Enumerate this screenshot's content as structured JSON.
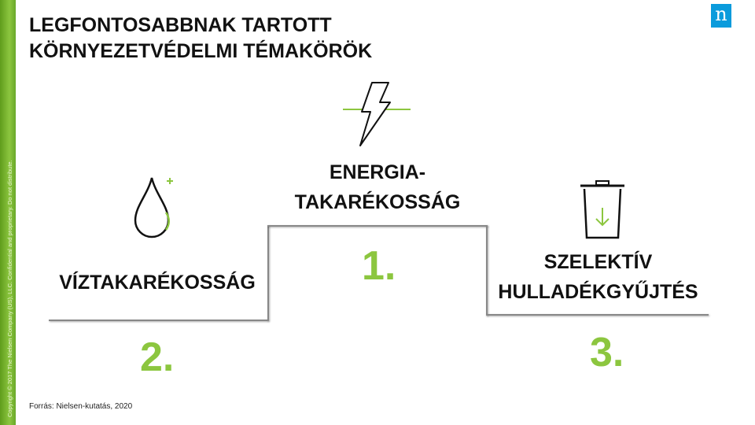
{
  "copyright": "Copyright © 2017 The Nielsen Company (US), LLC. Confidential and proprietary. Do not distribute.",
  "title": [
    "LEGFONTOSABBNAK TARTOTT",
    "KÖRNYEZETVÉDELMI TÉMAKÖRÖK"
  ],
  "logo": "n",
  "podium": [
    {
      "rank": "1.",
      "label": [
        "ENERGIA-",
        "TAKARÉKOSSÁG"
      ],
      "icon": "lightning-icon"
    },
    {
      "rank": "2.",
      "label": [
        "VÍZTAKARÉKOSSÁG"
      ],
      "icon": "water-drop-icon"
    },
    {
      "rank": "3.",
      "label": [
        "SZELEKTÍV",
        "HULLADÉKGYŰJTÉS"
      ],
      "icon": "trash-bin-icon"
    }
  ],
  "source": "Forrás:  Nielsen-kutatás,  2020",
  "colors": {
    "accent": "#8cc63f",
    "brand": "#0a9bdc"
  }
}
